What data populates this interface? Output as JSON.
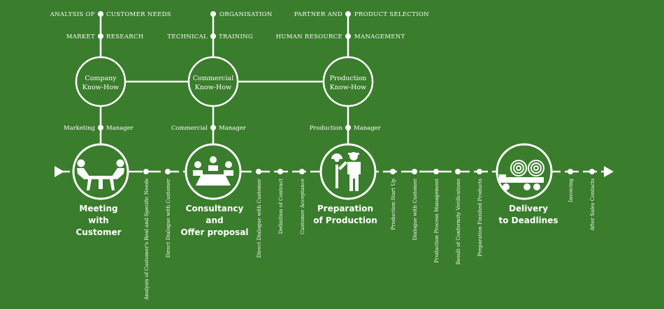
{
  "colors": {
    "background": "#3a7d2c",
    "foreground": "#ffffff"
  },
  "top_labels": [
    {
      "left": "ANALYSIS OF",
      "right": "CUSTOMER NEEDS"
    },
    {
      "left": "MARKET",
      "right": "RESEARCH"
    },
    {
      "left": "",
      "right": "ORGANISATION"
    },
    {
      "left": "TECHNICAL",
      "right": "TRAINING"
    },
    {
      "left": "PARTNER AND",
      "right": "PRODUCT SELECTION"
    },
    {
      "left": "HUMAN RESOURCE",
      "right": "MANAGEMENT"
    }
  ],
  "knowhow": [
    {
      "line1": "Company",
      "line2": "Know-How"
    },
    {
      "line1": "Commercial",
      "line2": "Know-How"
    },
    {
      "line1": "Production",
      "line2": "Know-How"
    }
  ],
  "managers": [
    {
      "left": "Marketing",
      "right": "Manager"
    },
    {
      "left": "Commercial",
      "right": "Manager"
    },
    {
      "left": "Production",
      "right": "Manager"
    }
  ],
  "stages": [
    {
      "lines": [
        "Meeting",
        "with",
        "Customer"
      ],
      "icon": "meeting-icon"
    },
    {
      "lines": [
        "Consultancy",
        "and",
        "Offer proposal"
      ],
      "icon": "consultancy-icon"
    },
    {
      "lines": [
        "Preparation",
        "of Production"
      ],
      "icon": "worker-icon"
    },
    {
      "lines": [
        "Delivery",
        "to Deadlines"
      ],
      "icon": "delivery-truck-icon"
    }
  ],
  "steps": [
    "Analysis of Customer's Real and Specific Needs",
    "Direct Dialogue with Customer",
    "Direct Dialogue with Customer",
    "Definition of Contract",
    "Customer Acceptance",
    "Production Start Up",
    "Dialogue with Customer",
    "Production Process Management",
    "Result of Conformity Verifications",
    "Preparation Finished Products",
    "Invoicing",
    "After Sales Contacts"
  ]
}
